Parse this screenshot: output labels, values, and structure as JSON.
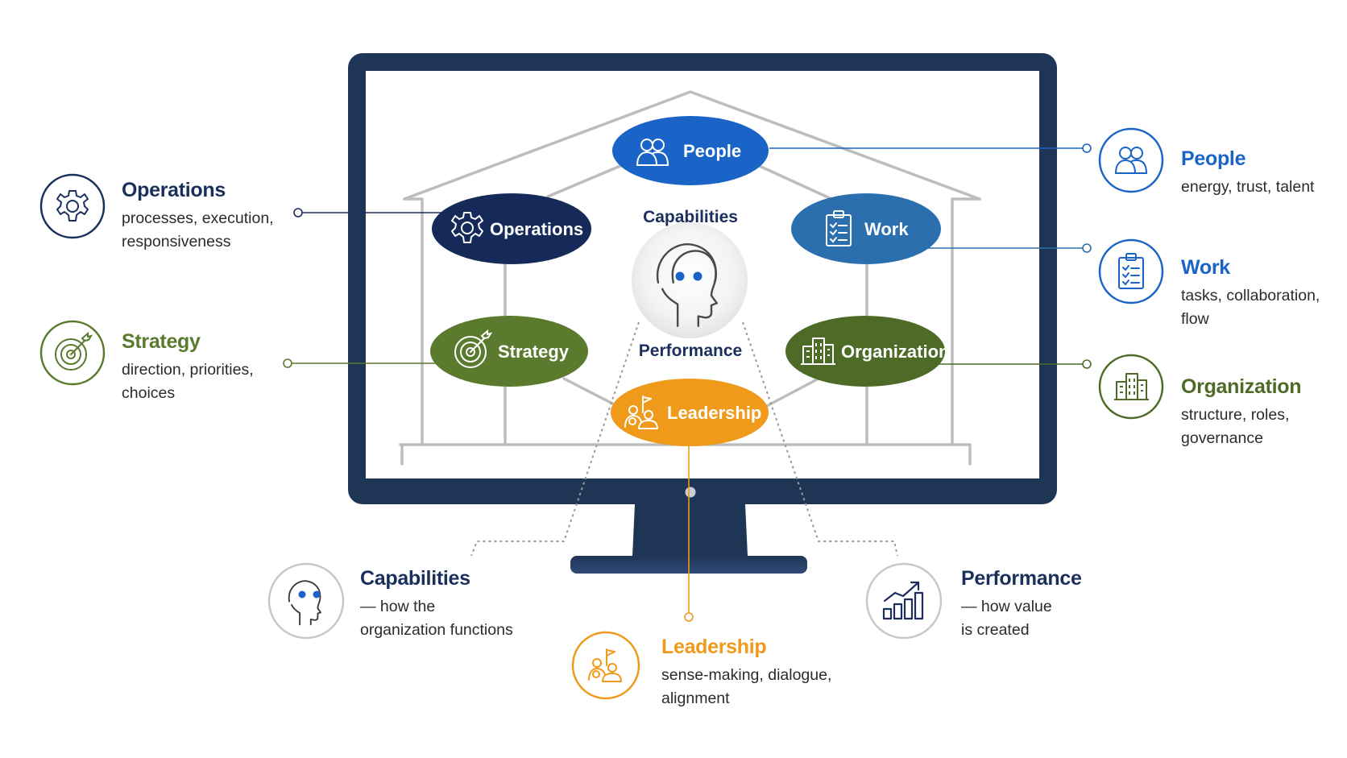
{
  "colors": {
    "navy": "#1b2f5c",
    "blue": "#1a63c7",
    "mid_blue": "#2b6fae",
    "green": "#5a7a2e",
    "dark_green": "#4d6b26",
    "orange": "#ef9a1a",
    "dark_orange": "#e38a0f",
    "gray": "#b8b8b8",
    "monitor": "#1f3556"
  },
  "diagram": {
    "nodes": {
      "people": {
        "label": "People",
        "icon": "people-icon"
      },
      "operations": {
        "label": "Operations",
        "icon": "gear-icon"
      },
      "work": {
        "label": "Work",
        "icon": "clipboard-icon"
      },
      "strategy": {
        "label": "Strategy",
        "icon": "target-icon"
      },
      "organization": {
        "label": "Organization",
        "icon": "buildings-icon"
      },
      "leadership": {
        "label": "Leadership",
        "icon": "leadership-icon"
      }
    },
    "center": {
      "top_label": "Capabilities",
      "bottom_label": "Performance",
      "icon": "head-profile-icon"
    }
  },
  "callouts": {
    "operations": {
      "title": "Operations",
      "lines": [
        "processes, execution,",
        "responsiveness"
      ],
      "icon": "gear-icon"
    },
    "strategy": {
      "title": "Strategy",
      "lines": [
        "direction, priorities,",
        "choices"
      ],
      "icon": "target-icon"
    },
    "people": {
      "title": "People",
      "lines": [
        "energy, trust, talent"
      ],
      "icon": "people-icon"
    },
    "work": {
      "title": "Work",
      "lines": [
        "tasks, collaboration,",
        "flow"
      ],
      "icon": "clipboard-icon"
    },
    "organization": {
      "title": "Organization",
      "lines": [
        "structure, roles,",
        "governance"
      ],
      "icon": "buildings-icon"
    },
    "capabilities": {
      "title": "Capabilities",
      "lines": [
        "— how the",
        "organization functions"
      ],
      "icon": "head-profile-icon"
    },
    "leadership": {
      "title": "Leadership",
      "lines": [
        "sense-making, dialogue,",
        "alignment"
      ],
      "icon": "leadership-icon"
    },
    "performance": {
      "title": "Performance",
      "lines": [
        "— how value",
        "is created"
      ],
      "icon": "bar-chart-icon"
    }
  }
}
